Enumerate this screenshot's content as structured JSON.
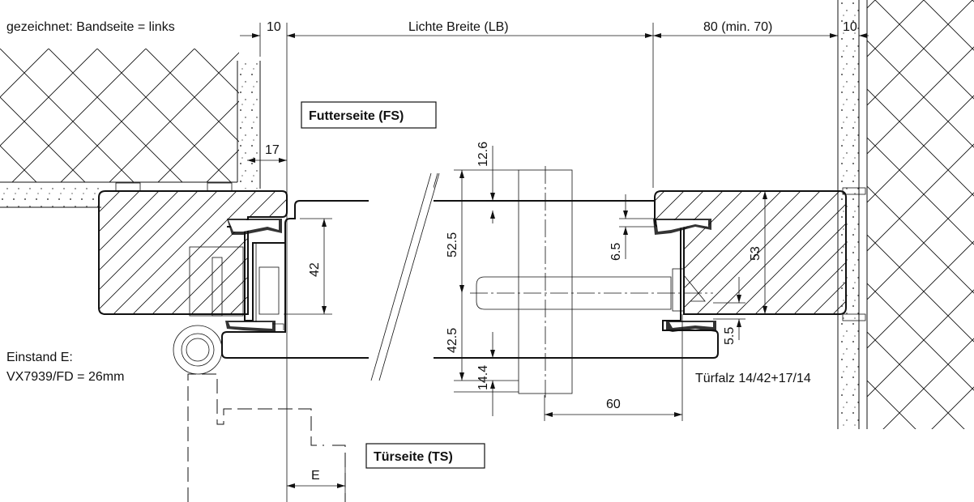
{
  "note": "gezeichnet: Bandseite = links",
  "labels": {
    "futterseite": "Futterseite (FS)",
    "tuerseite": "Türseite (TS)",
    "einstand_line1": "Einstand E:",
    "einstand_line2": "VX7939/FD = 26mm",
    "tuerfalz": "Türfalz 14/42+17/14"
  },
  "dimensions": {
    "d10_left": "10",
    "lichte_breite": "Lichte Breite (LB)",
    "d80": "80 (min. 70)",
    "d10_right": "10",
    "d17": "17",
    "d12_6": "12.6",
    "d52_5": "52.5",
    "d42": "42",
    "d6_5": "6.5",
    "d53": "53",
    "d42_5": "42.5",
    "d14_4": "14.4",
    "d5_5": "5.5",
    "d60": "60",
    "dE": "E"
  }
}
